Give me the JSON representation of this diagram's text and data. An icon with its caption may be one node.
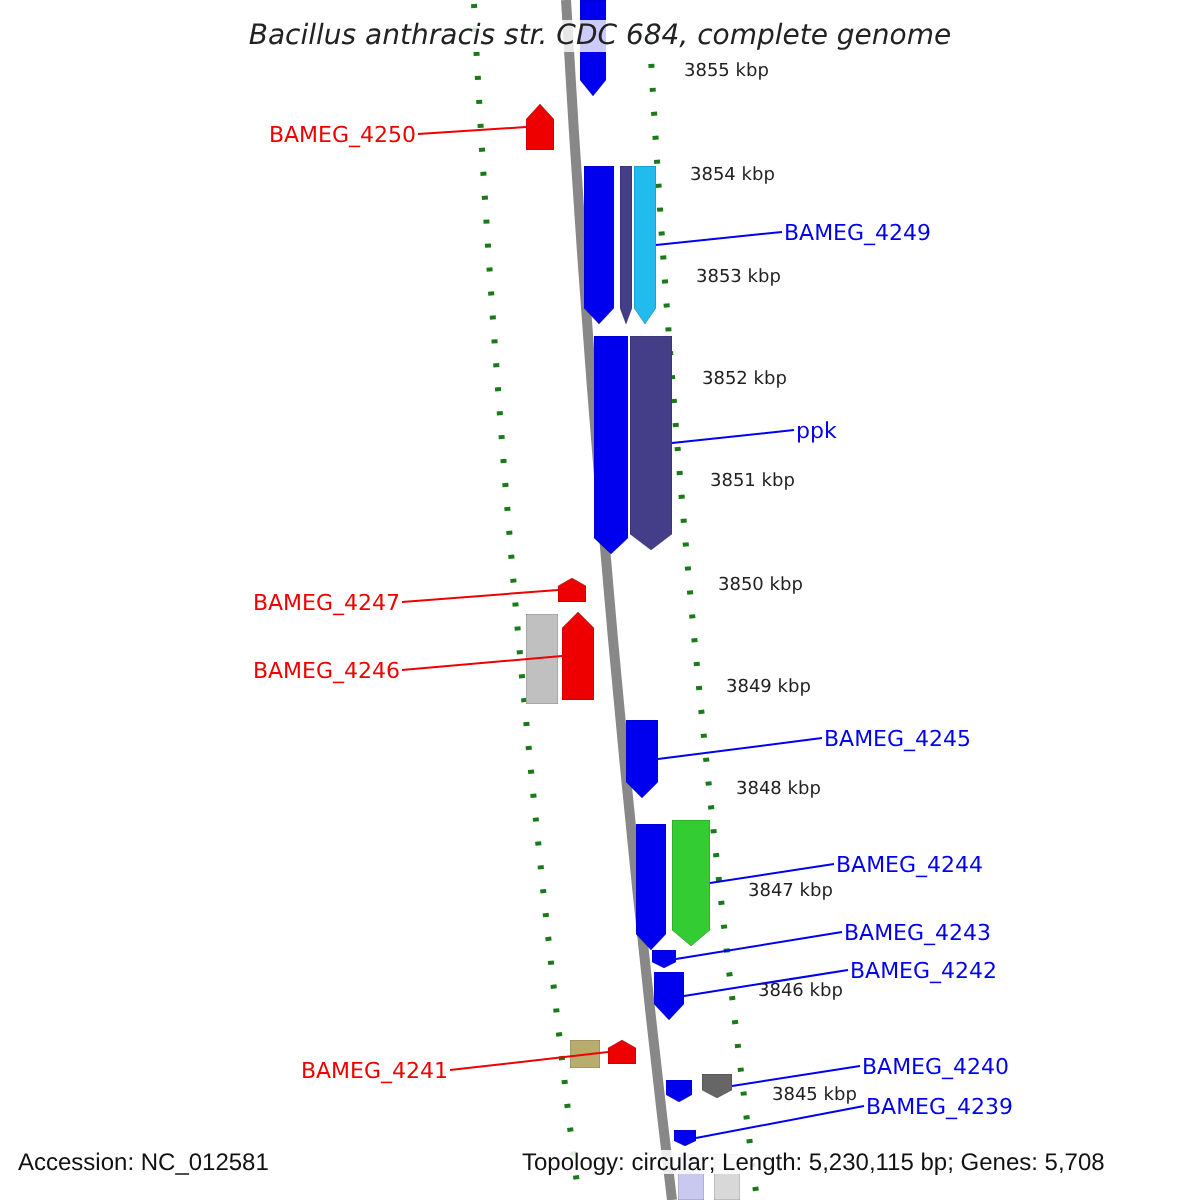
{
  "diagram": {
    "title": "Bacillus anthracis str. CDC 684, complete genome",
    "nodes": [
      {
        "text": [
          "BAMEG_4250"
        ]
      },
      {
        "text": [],
        "shape": "arrow"
      },
      {
        "text": [
          "BAMEG_4249"
        ]
      },
      {
        "text": [],
        "shape": "arrow"
      },
      {
        "text": [
          "ppk"
        ]
      },
      {
        "text": [],
        "shape": "arrow"
      },
      {
        "text": [
          "BAMEG_4247"
        ]
      },
      {
        "text": [],
        "shape": "arrow"
      },
      {
        "text": [
          "BAMEG_4246"
        ]
      },
      {
        "text": [],
        "shape": "arrow"
      },
      {
        "text": [
          "BAMEG_4245"
        ]
      },
      {
        "text": [],
        "shape": "arrow"
      },
      {
        "text": [
          "BAMEG_4244"
        ]
      },
      {
        "text": [],
        "shape": "arrow"
      },
      {
        "text": [
          "BAMEG_4243"
        ]
      },
      {
        "text": [],
        "shape": "arrow"
      },
      {
        "text": [
          "BAMEG_4242"
        ]
      },
      {
        "text": [],
        "shape": "arrow"
      },
      {
        "text": [
          "BAMEG_4241"
        ]
      },
      {
        "text": [],
        "shape": "arrow"
      },
      {
        "text": [
          "BAMEG_4240"
        ]
      },
      {
        "text": [],
        "shape": "arrow"
      },
      {
        "text": [
          "BAMEG_4239"
        ]
      },
      {
        "text": [],
        "shape": "arrow"
      },
      {
        "text": [],
        "shape": "arrow"
      },
      {
        "text": [],
        "shape": "arrow"
      },
      {
        "text": [],
        "shape": "arrow"
      },
      {
        "text": [],
        "shape": "arrow"
      },
      {
        "text": [],
        "shape": "box"
      },
      {
        "text": [],
        "shape": "arrow"
      },
      {
        "text": [],
        "shape": "box"
      },
      {
        "text": [],
        "shape": "arrow"
      },
      {
        "text": [],
        "shape": "box"
      },
      {
        "text": [],
        "shape": "box"
      }
    ],
    "edges": [
      {
        "from": 0,
        "to": 1,
        "arrow": "none",
        "color": "#ee0000"
      },
      {
        "from": 2,
        "to": 3,
        "arrow": "none"
      },
      {
        "from": 4,
        "to": 5,
        "arrow": "none"
      },
      {
        "from": 6,
        "to": 7,
        "arrow": "none",
        "color": "#ee0000"
      },
      {
        "from": 8,
        "to": 9,
        "arrow": "none",
        "color": "#ee0000"
      },
      {
        "from": 10,
        "to": 11,
        "arrow": "none"
      },
      {
        "from": 12,
        "to": 13,
        "arrow": "none"
      },
      {
        "from": 14,
        "to": 15,
        "arrow": "none"
      },
      {
        "from": 16,
        "to": 17,
        "arrow": "none"
      },
      {
        "from": 18,
        "to": 19,
        "arrow": "none",
        "color": "#ee0000"
      },
      {
        "from": 20,
        "to": 21,
        "arrow": "none"
      },
      {
        "from": 22,
        "to": 23,
        "arrow": "none"
      }
    ],
    "labels": [
      "3855 kbp",
      "3854 kbp",
      "3853 kbp",
      "3852 kbp",
      "3851 kbp",
      "3850 kbp",
      "3849 kbp",
      "3848 kbp",
      "3847 kbp",
      "3846 kbp",
      "3845 kbp",
      "Accession: NC_012581",
      "Topology: circular; Length: 5,230,115 bp; Genes: 5,708"
    ]
  }
}
